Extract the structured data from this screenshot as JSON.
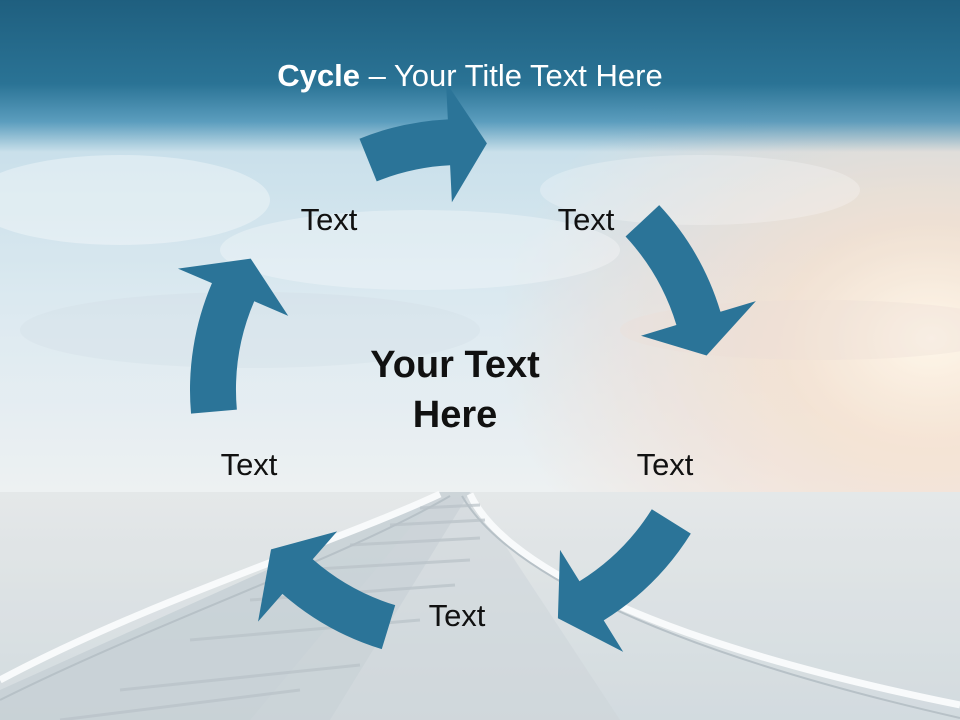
{
  "title": {
    "bold_part": "Cycle",
    "separator": " – ",
    "rest": "Your Title Text Here"
  },
  "center_text": {
    "line1": "Your Text",
    "line2": "Here"
  },
  "nodes": [
    {
      "label": "Text"
    },
    {
      "label": "Text"
    },
    {
      "label": "Text"
    },
    {
      "label": "Text"
    },
    {
      "label": "Text"
    }
  ],
  "colors": {
    "arrow": "#2b7498",
    "title_bar": "#2a7395",
    "text": "#111111"
  }
}
